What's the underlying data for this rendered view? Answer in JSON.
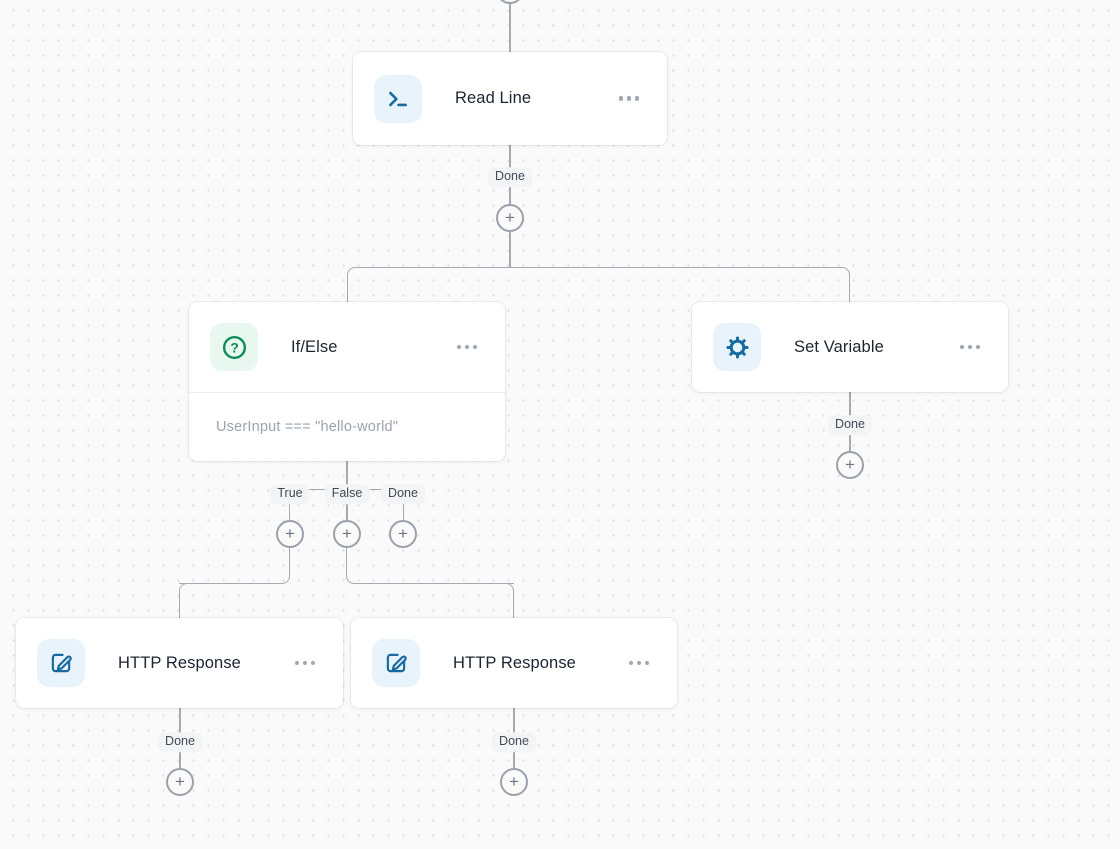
{
  "canvas": {
    "background_color": "#fafafa",
    "dot_color": "#e3e4e7",
    "connector_color": "#a4aab4"
  },
  "ui": {
    "plus_glyph": "+"
  },
  "icons": {
    "read_line": "terminal-icon",
    "if_else": "question-circle-icon",
    "set_variable": "gear-icon",
    "http_response": "edit-square-icon",
    "node_menu": "more-options-icon",
    "add_step": "plus-icon"
  },
  "colors": {
    "node_icon_blue": "#176a9f",
    "node_icon_blue_bg": "#e9f3fb",
    "node_icon_green": "#0e8a57",
    "node_icon_green_bg": "#e8f8f0",
    "node_title": "#1c2430",
    "condition_text": "#9aa3b0",
    "edge_label_text": "#414a57"
  },
  "nodes": [
    {
      "id": "read-line",
      "title": "Read Line",
      "icon": "terminal-icon",
      "outputs": [
        "Done"
      ]
    },
    {
      "id": "if-else",
      "title": "If/Else",
      "icon": "question-circle-icon",
      "condition": "UserInput === \"hello-world\"",
      "outputs": [
        "True",
        "False",
        "Done"
      ]
    },
    {
      "id": "set-variable",
      "title": "Set Variable",
      "icon": "gear-icon",
      "outputs": [
        "Done"
      ]
    },
    {
      "id": "http-response-1",
      "title": "HTTP Response",
      "icon": "edit-square-icon",
      "outputs": [
        "Done"
      ]
    },
    {
      "id": "http-response-2",
      "title": "HTTP Response",
      "icon": "edit-square-icon",
      "outputs": [
        "Done"
      ]
    }
  ]
}
